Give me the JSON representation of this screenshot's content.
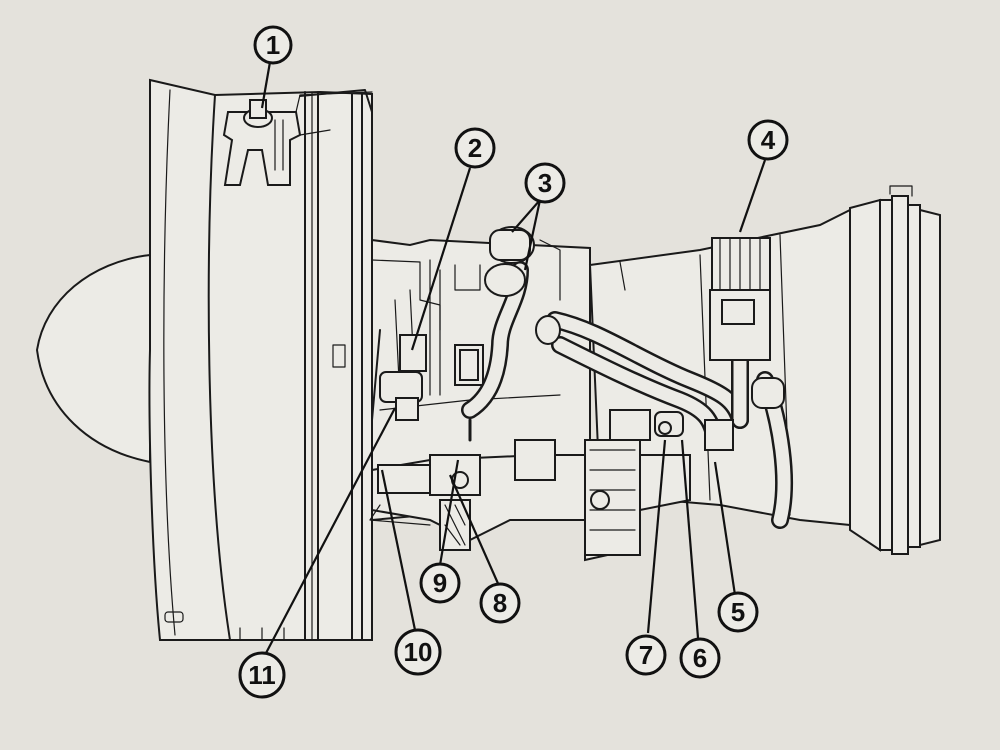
{
  "diagram": {
    "callouts": [
      {
        "id": "callout-1",
        "label": "1"
      },
      {
        "id": "callout-2",
        "label": "2"
      },
      {
        "id": "callout-3",
        "label": "3"
      },
      {
        "id": "callout-4",
        "label": "4"
      },
      {
        "id": "callout-5",
        "label": "5"
      },
      {
        "id": "callout-6",
        "label": "6"
      },
      {
        "id": "callout-7",
        "label": "7"
      },
      {
        "id": "callout-8",
        "label": "8"
      },
      {
        "id": "callout-9",
        "label": "9"
      },
      {
        "id": "callout-10",
        "label": "10"
      },
      {
        "id": "callout-11",
        "label": "11"
      }
    ]
  }
}
